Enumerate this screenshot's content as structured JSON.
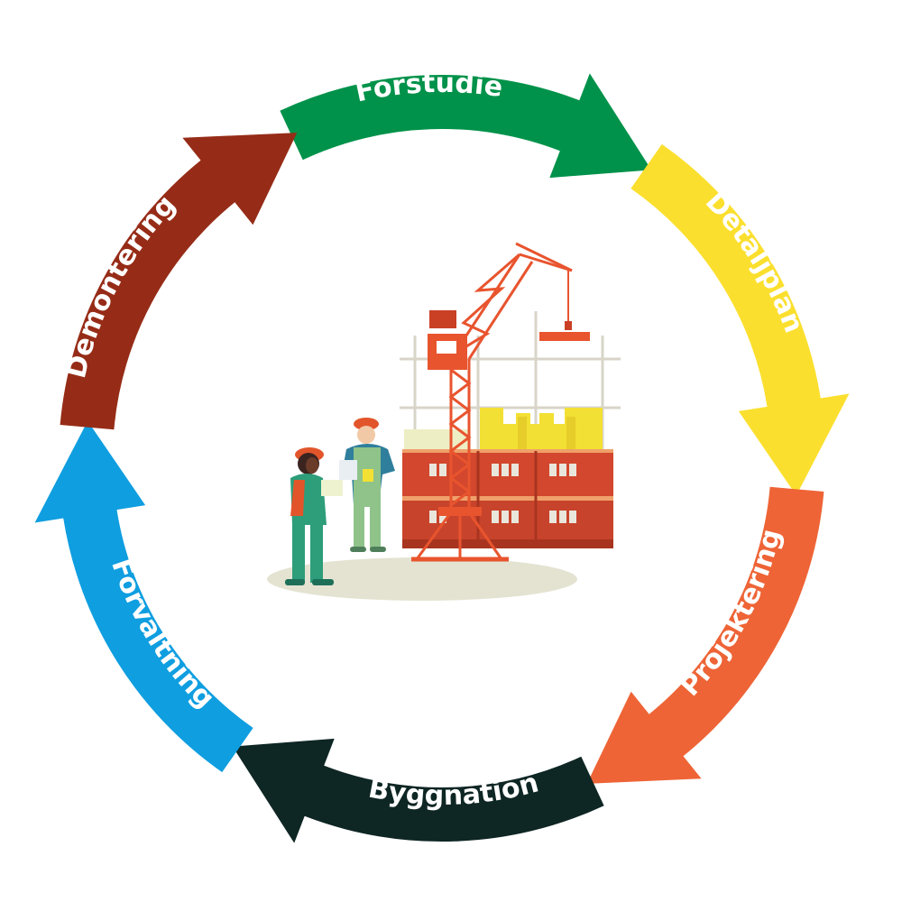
{
  "cycle": {
    "stages": [
      {
        "label": "Förstudie",
        "color": "#00924a"
      },
      {
        "label": "Detaljplan",
        "color": "#fbdf2e"
      },
      {
        "label": "Projektering",
        "color": "#ee6436"
      },
      {
        "label": "Byggnation",
        "color": "#0e2624"
      },
      {
        "label": "Förvaltning",
        "color": "#0f9ee0"
      },
      {
        "label": "Demontering",
        "color": "#962c17"
      }
    ]
  },
  "illustration": {
    "subject": "construction-site",
    "colors": {
      "crane": "#e8542e",
      "building_red": "#d2472d",
      "building_dark": "#a83420",
      "building_yellow": "#f3e034",
      "scaffold": "#d8d4c8",
      "ground": "#e4e3d2",
      "worker_green": "#2d9d7a",
      "worker_light_green": "#8fc38a",
      "helmet": "#e2552b"
    }
  }
}
